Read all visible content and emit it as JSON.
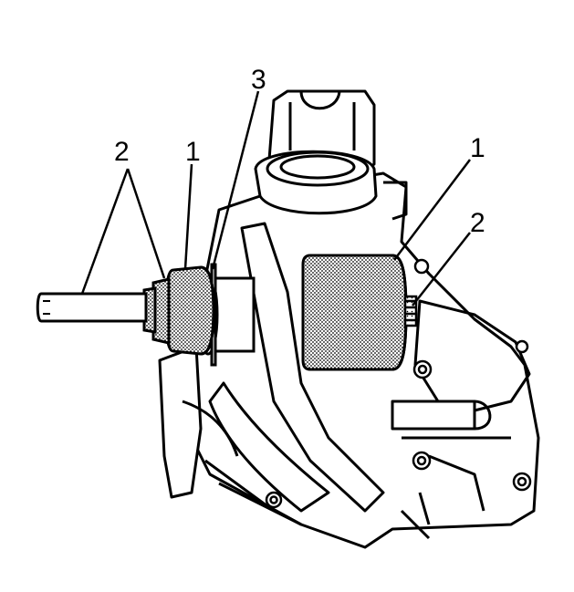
{
  "callouts": {
    "left_2": "2",
    "left_1": "1",
    "top_3": "3",
    "right_1": "1",
    "right_2": "2"
  }
}
